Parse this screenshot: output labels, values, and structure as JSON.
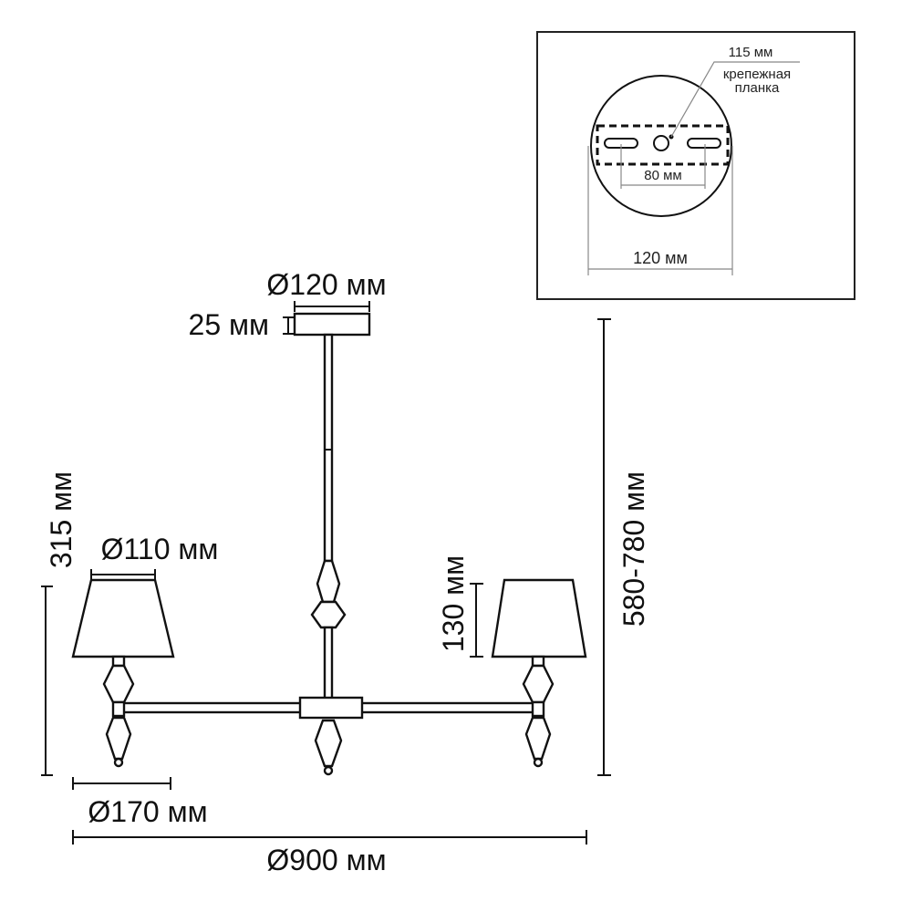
{
  "inset": {
    "leader_label": "115 мм",
    "bracket_label_line1": "крепежная",
    "bracket_label_line2": "планка",
    "slot_spacing": "80 мм",
    "canopy_diameter": "120 мм"
  },
  "dimensions": {
    "canopy_diameter": "Ø120 мм",
    "canopy_height": "25 мм",
    "shade_top_diameter": "Ø110 мм",
    "arm_height": "315 мм",
    "shade_height": "130 мм",
    "total_height": "580-780 мм",
    "lamp_diameter": "Ø170 мм",
    "total_diameter": "Ø900 мм"
  }
}
